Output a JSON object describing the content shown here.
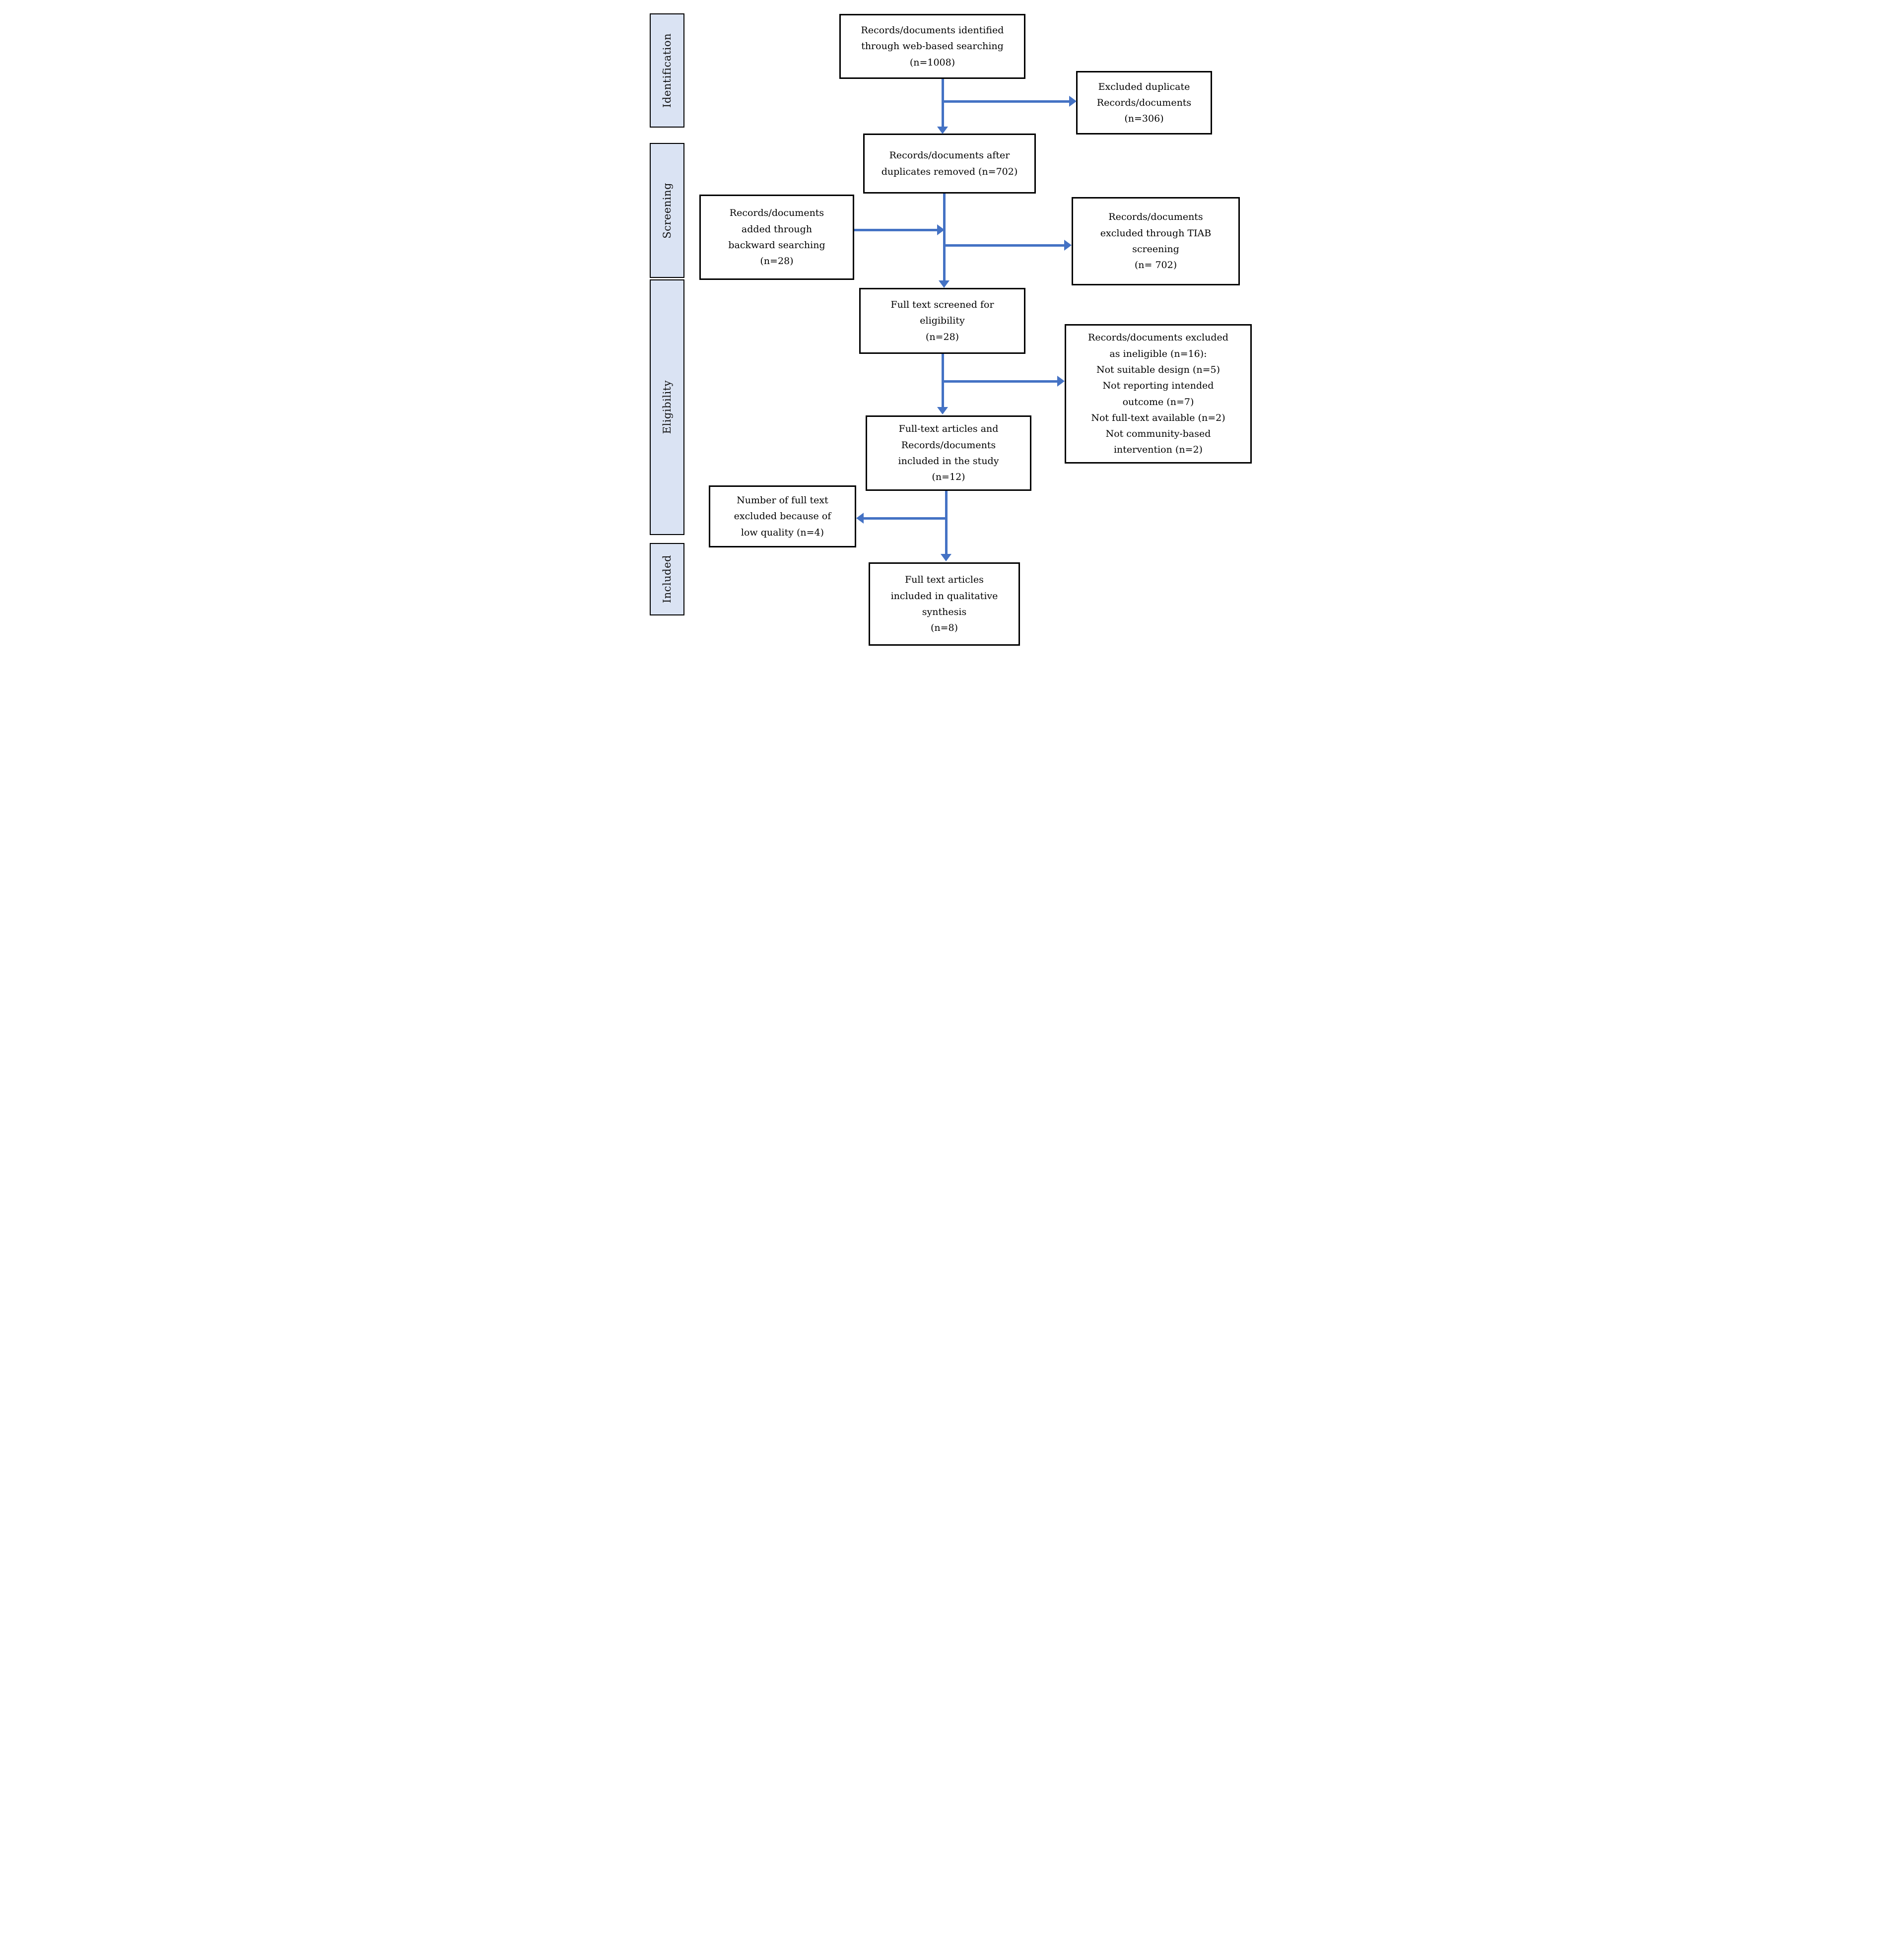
{
  "colors": {
    "arrow": "#4472C4",
    "stage_fill": "#DAE3F3",
    "border": "#000000",
    "background": "#FFFFFF"
  },
  "stages": {
    "identification": "Identification",
    "screening": "Screening",
    "eligibility": "Eligibility",
    "included": "Included"
  },
  "boxes": {
    "identified": "Records/documents identified\nthrough web-based searching\n(n=1008)",
    "dup_excluded": "Excluded duplicate\nRecords/documents\n(n=306)",
    "after_dup": "Records/documents after\nduplicates removed (n=702)",
    "backward": "Records/documents\nadded through\nbackward searching\n(n=28)",
    "tiab": "Records/documents\nexcluded through TIAB\nscreening\n(n= 702)",
    "screened": "Full text screened for\neligibility\n(n=28)",
    "ineligible": "Records/documents excluded\nas ineligible (n=16):\nNot suitable design (n=5)\nNot reporting intended\noutcome (n=7)\nNot full-text available (n=2)\nNot community-based\nintervention (n=2)",
    "included_study": "Full-text articles and\nRecords/documents\nincluded in the study\n(n=12)",
    "low_quality": "Number of full text\nexcluded because of\nlow quality (n=4)",
    "qualitative": "Full text articles\nincluded in qualitative\nsynthesis\n(n=8)"
  }
}
